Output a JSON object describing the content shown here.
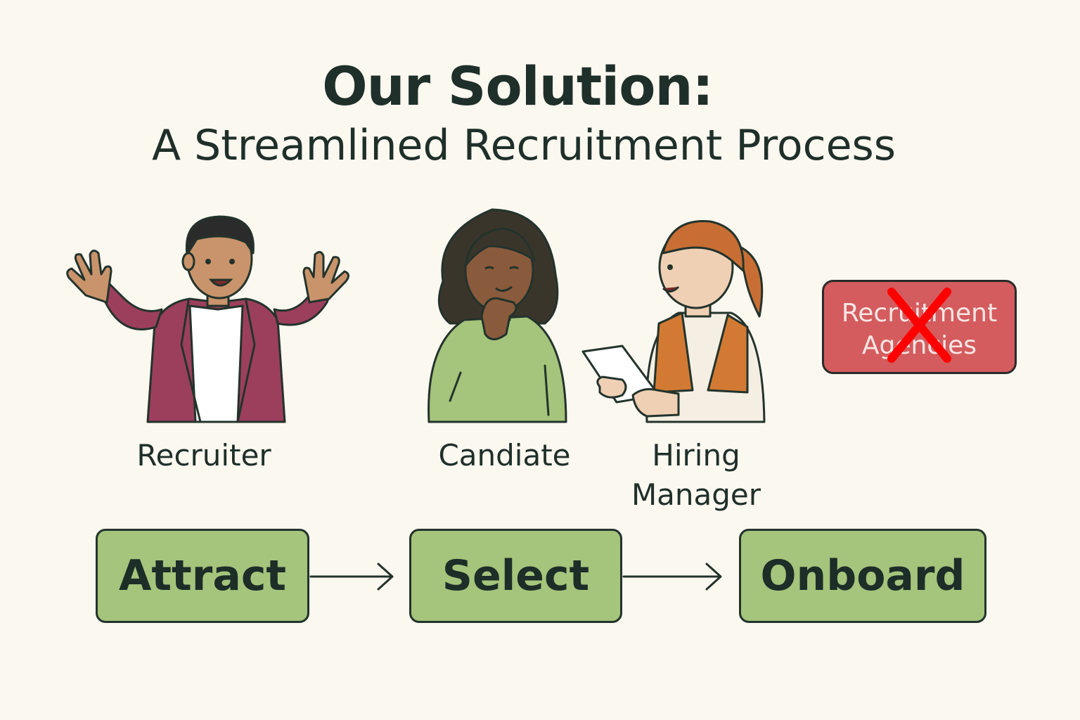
{
  "title": "Our Solution:",
  "subtitle": "A Streamlined Recruitment Process",
  "people": {
    "recruiter": "Recruiter",
    "candidate": "Candiate",
    "hiring_manager_line1": "Hiring",
    "hiring_manager_line2": "Manager"
  },
  "removed_box": {
    "line1": "Recruitment",
    "line2": "Agencies",
    "icon": "cross-icon"
  },
  "stages": [
    "Attract",
    "Select",
    "Onboard"
  ],
  "colors": {
    "background": "#fbf8f0",
    "stage_fill": "#a5c47c",
    "agencies_fill": "#d45c5e",
    "cross": "#ff0000",
    "recruiter_jacket": "#9c3f5d",
    "candidate_top": "#a5c47c",
    "manager_vest": "#d27a33"
  }
}
